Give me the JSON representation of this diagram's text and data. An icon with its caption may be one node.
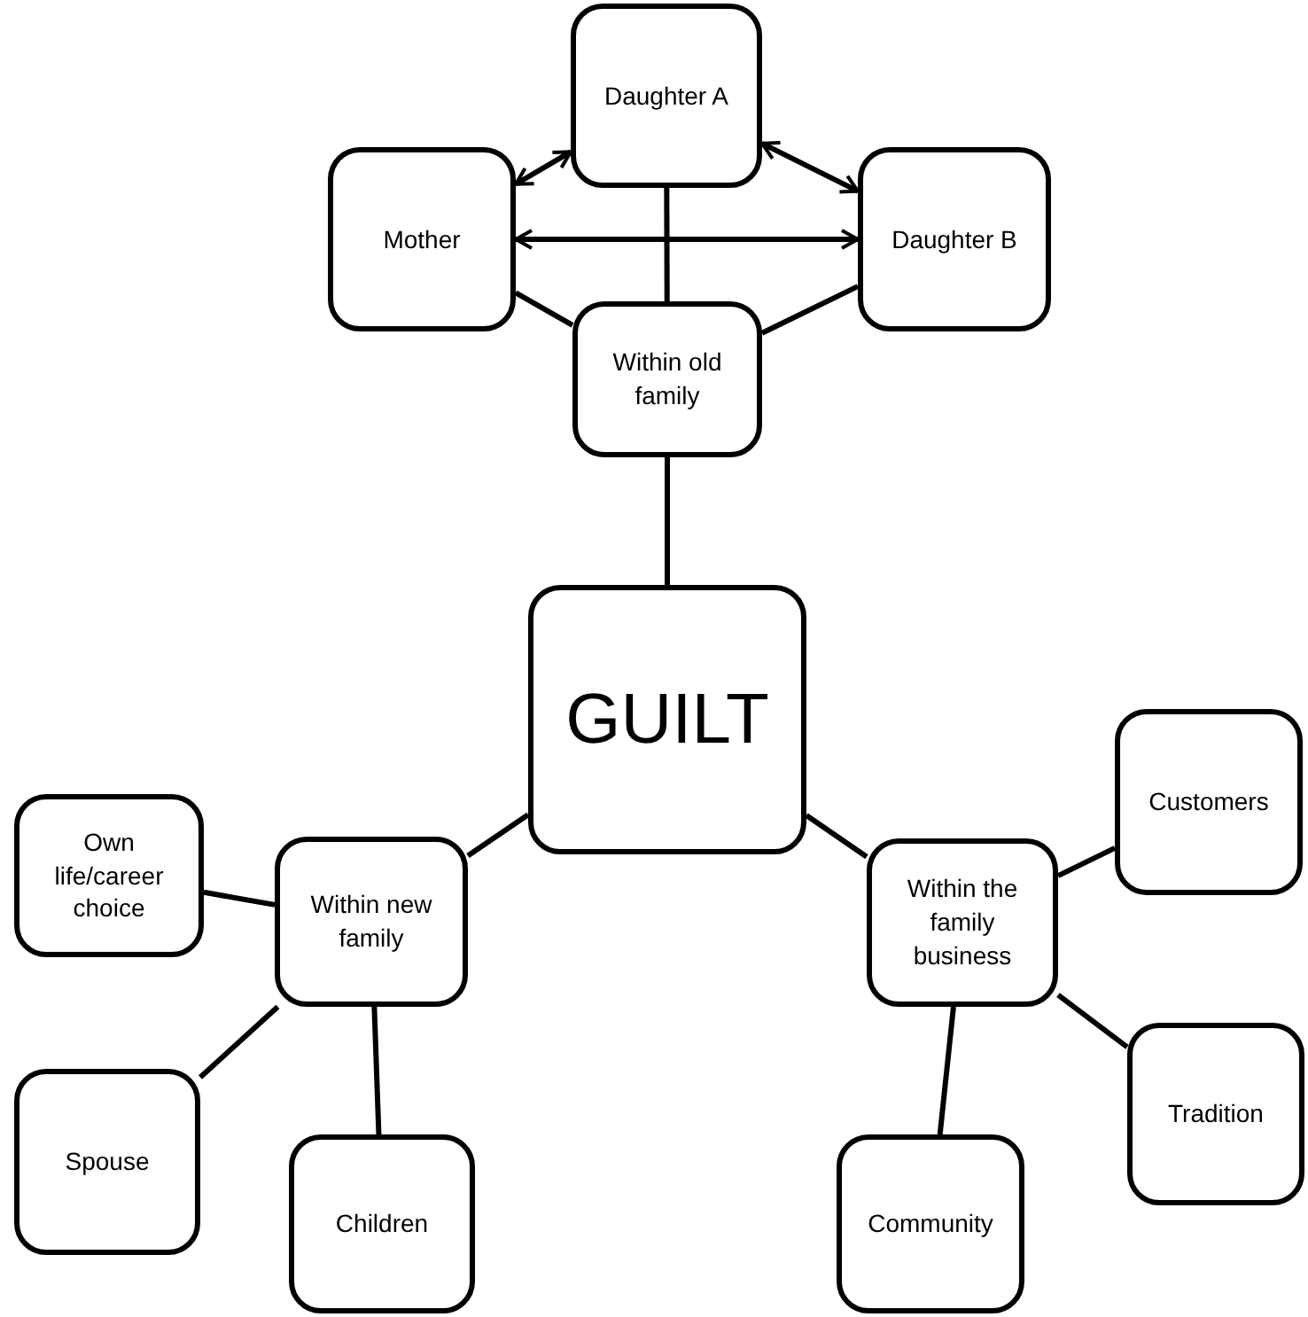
{
  "diagram": {
    "nodes": [
      {
        "text": [
          "Daughter A"
        ]
      },
      {
        "text": [
          "Mother"
        ]
      },
      {
        "text": [
          "Daughter B"
        ]
      },
      {
        "text": [
          "Within old family"
        ]
      },
      {
        "text": [
          "GUILT"
        ]
      },
      {
        "text": [
          "Own life/career choice"
        ]
      },
      {
        "text": [
          "Within new family"
        ]
      },
      {
        "text": [
          "Within the family business"
        ]
      },
      {
        "text": [
          "Customers"
        ]
      },
      {
        "text": [
          "Spouse"
        ]
      },
      {
        "text": [
          "Children"
        ]
      },
      {
        "text": [
          "Tradition"
        ]
      },
      {
        "text": [
          "Community"
        ]
      }
    ],
    "edges": [
      {
        "from": 1,
        "to": 0,
        "arrow": "both"
      },
      {
        "from": 0,
        "to": 2,
        "arrow": "both"
      },
      {
        "from": 1,
        "to": 2,
        "arrow": "both"
      },
      {
        "from": 0,
        "to": 3,
        "arrow": "none"
      },
      {
        "from": 1,
        "to": 3,
        "arrow": "none"
      },
      {
        "from": 2,
        "to": 3,
        "arrow": "none"
      },
      {
        "from": 3,
        "to": 4,
        "arrow": "none"
      },
      {
        "from": 4,
        "to": 6,
        "arrow": "none"
      },
      {
        "from": 4,
        "to": 7,
        "arrow": "none"
      },
      {
        "from": 5,
        "to": 6,
        "arrow": "none"
      },
      {
        "from": 9,
        "to": 6,
        "arrow": "none"
      },
      {
        "from": 10,
        "to": 6,
        "arrow": "none"
      },
      {
        "from": 8,
        "to": 7,
        "arrow": "none"
      },
      {
        "from": 11,
        "to": 7,
        "arrow": "none"
      },
      {
        "from": 12,
        "to": 7,
        "arrow": "none"
      }
    ]
  }
}
